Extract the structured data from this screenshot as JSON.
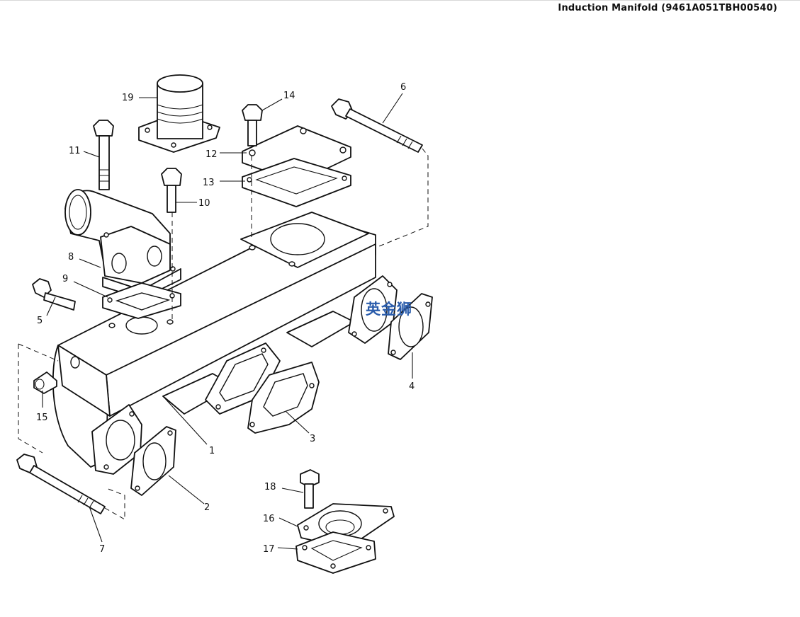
{
  "header": {
    "title": "Induction Manifold (9461A051TBH00540)"
  },
  "watermark": {
    "text": "英金狮"
  },
  "callouts": [
    {
      "number": "1"
    },
    {
      "number": "2"
    },
    {
      "number": "3"
    },
    {
      "number": "4"
    },
    {
      "number": "5"
    },
    {
      "number": "6"
    },
    {
      "number": "7"
    },
    {
      "number": "8"
    },
    {
      "number": "9"
    },
    {
      "number": "10"
    },
    {
      "number": "11"
    },
    {
      "number": "12"
    },
    {
      "number": "13"
    },
    {
      "number": "14"
    },
    {
      "number": "15"
    },
    {
      "number": "16"
    },
    {
      "number": "17"
    },
    {
      "number": "18"
    },
    {
      "number": "19"
    }
  ]
}
